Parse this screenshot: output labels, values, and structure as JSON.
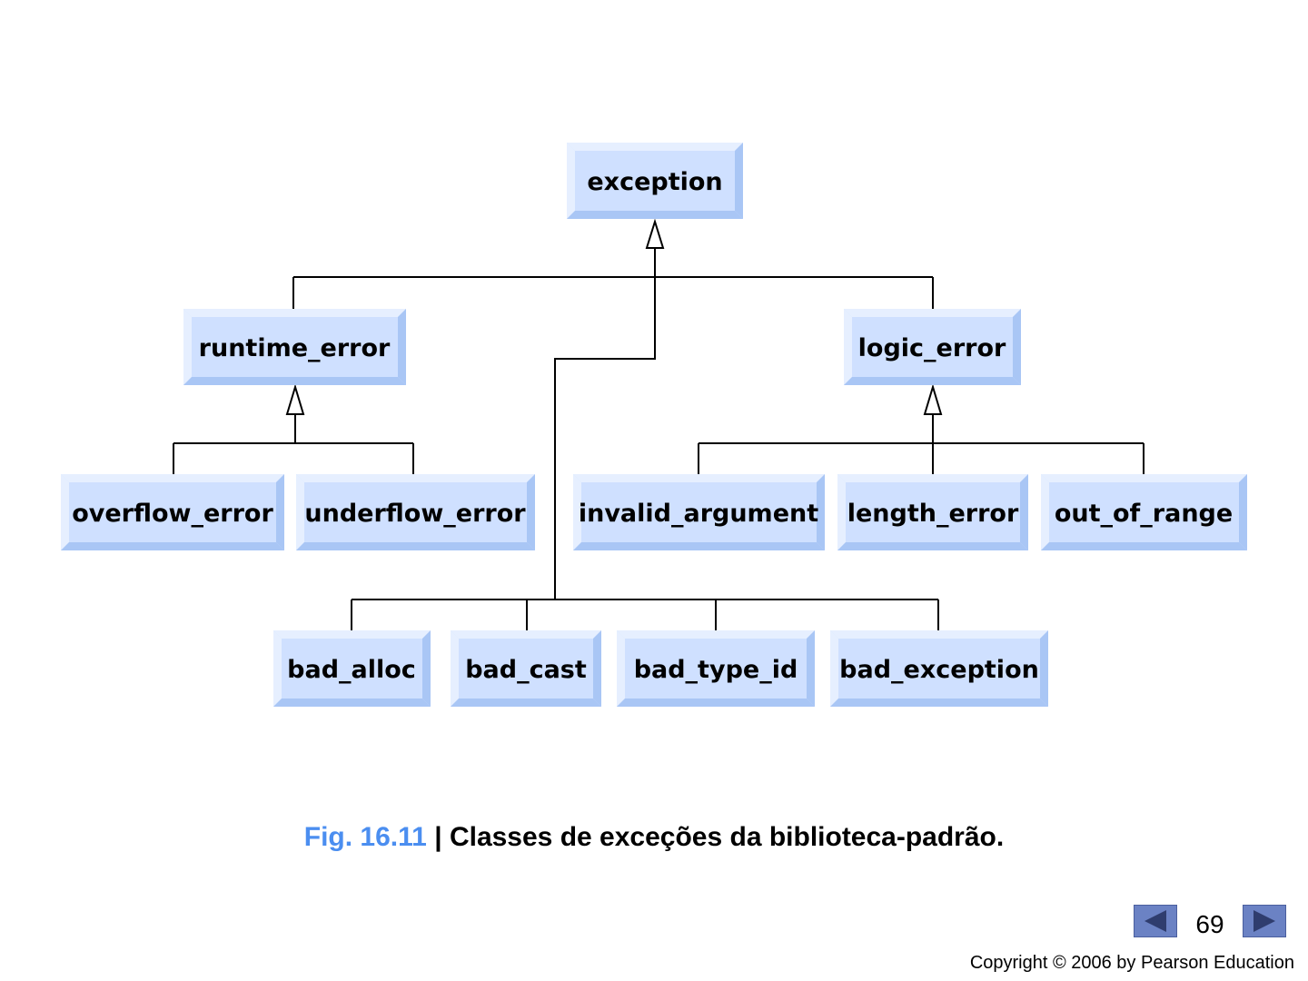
{
  "diagram": {
    "nodes": {
      "exception": "exception",
      "runtime_error": "runtime_error",
      "logic_error": "logic_error",
      "overflow_error": "overflow_error",
      "underflow_error": "underflow_error",
      "invalid_argument": "invalid_argument",
      "length_error": "length_error",
      "out_of_range": "out_of_range",
      "bad_alloc": "bad_alloc",
      "bad_cast": "bad_cast",
      "bad_type_id": "bad_type_id",
      "bad_exception": "bad_exception"
    },
    "edges": [
      {
        "from": "runtime_error",
        "to": "exception"
      },
      {
        "from": "logic_error",
        "to": "exception"
      },
      {
        "from": "bad_alloc",
        "to": "exception"
      },
      {
        "from": "bad_cast",
        "to": "exception"
      },
      {
        "from": "bad_type_id",
        "to": "exception"
      },
      {
        "from": "bad_exception",
        "to": "exception"
      },
      {
        "from": "overflow_error",
        "to": "runtime_error"
      },
      {
        "from": "underflow_error",
        "to": "runtime_error"
      },
      {
        "from": "invalid_argument",
        "to": "logic_error"
      },
      {
        "from": "length_error",
        "to": "logic_error"
      },
      {
        "from": "out_of_range",
        "to": "logic_error"
      }
    ],
    "colors": {
      "box_face": "#cfe0ff",
      "box_light": "#e6efff",
      "box_dark": "#a9c6f5",
      "line": "#000000"
    }
  },
  "caption": {
    "fig_label": "Fig. 16.11",
    "separator": "|",
    "text": "Classes de exceções da biblioteca-padrão."
  },
  "footer": {
    "page_number": "69",
    "copyright": "Copyright © 2006 by Pearson Education",
    "prev_icon": "triangle-left-icon",
    "next_icon": "triangle-right-icon"
  }
}
